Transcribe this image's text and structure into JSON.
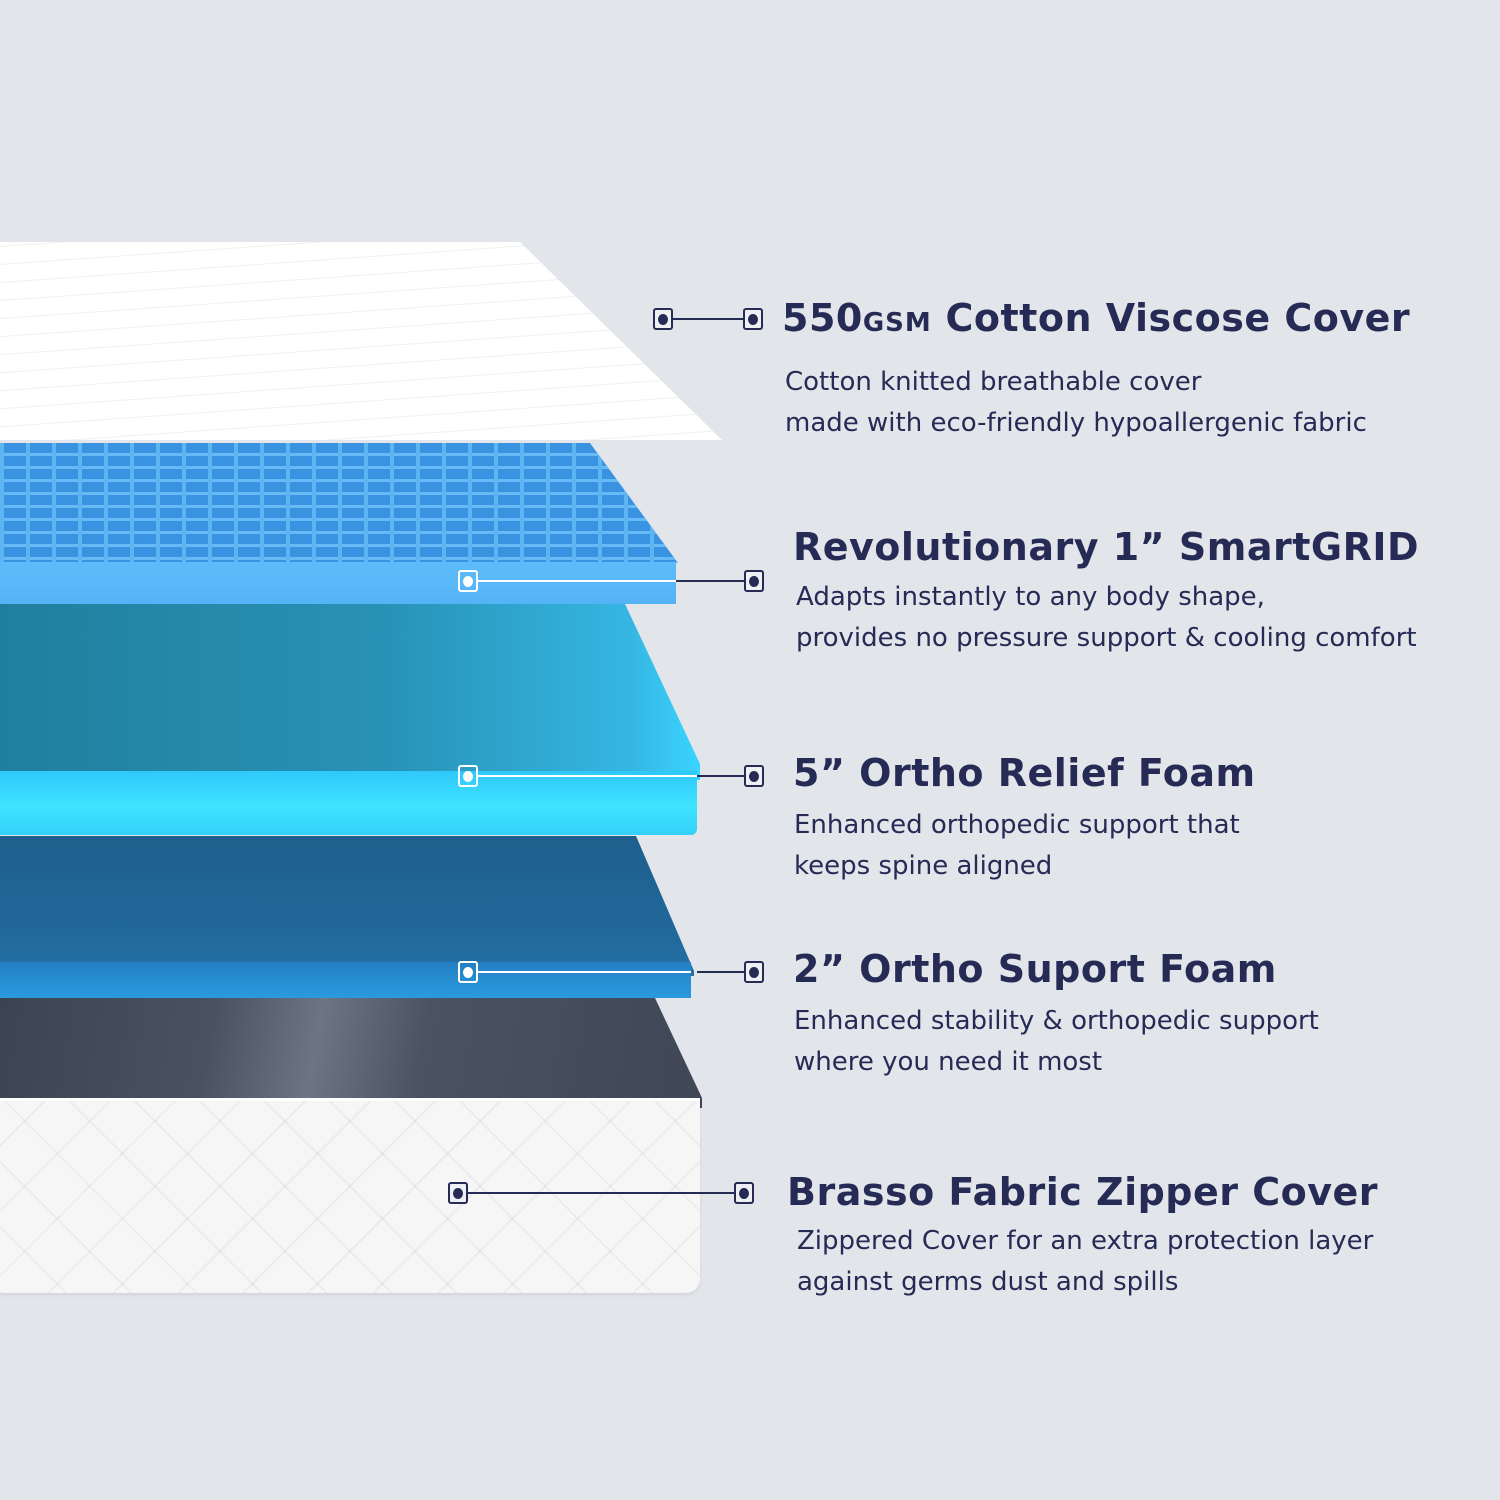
{
  "diagram": {
    "type": "mattress-layer-breakdown",
    "colors": {
      "background": "#e2e5ea",
      "text": "#262b55",
      "cover_top": "#ffffff",
      "smartgrid": "#3a93e0",
      "relief_foam": "#3ee3ff",
      "support_foam": "#2471a6",
      "zipper_cover_top": "#4a5262",
      "zipper_cover_side": "#f6f6f6"
    },
    "layers": [
      {
        "title_number": "550",
        "title_unit": "GSM",
        "title_rest": " Cotton Viscose Cover",
        "desc_line1": "Cotton knitted breathable cover",
        "desc_line2": "made with eco-friendly hypoallergenic fabric"
      },
      {
        "title": "Revolutionary 1” SmartGRID",
        "desc_line1": "Adapts instantly to any body shape,",
        "desc_line2": "provides no pressure support & cooling comfort"
      },
      {
        "title": "5” Ortho Relief Foam",
        "desc_line1": "Enhanced orthopedic support that",
        "desc_line2": "keeps spine aligned"
      },
      {
        "title": "2” Ortho Suport Foam",
        "desc_line1": "Enhanced stability & orthopedic support",
        "desc_line2": "where you need it most"
      },
      {
        "title": "Brasso Fabric Zipper Cover",
        "desc_line1": "Zippered Cover for an extra protection layer",
        "desc_line2": "against germs dust and spills"
      }
    ]
  }
}
